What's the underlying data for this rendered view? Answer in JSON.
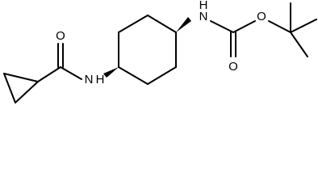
{
  "molecule": {
    "atoms": {
      "amide_oxygen": "O",
      "amide_nitrogen": "N",
      "amide_hydrogen": "H",
      "carbamate_nitrogen": "N",
      "carbamate_hydrogen": "H",
      "carbonyl_oxygen": "O",
      "ester_oxygen": "O"
    }
  },
  "colors": {
    "bond": "#000000",
    "label": "#000000",
    "background": "#ffffff"
  }
}
